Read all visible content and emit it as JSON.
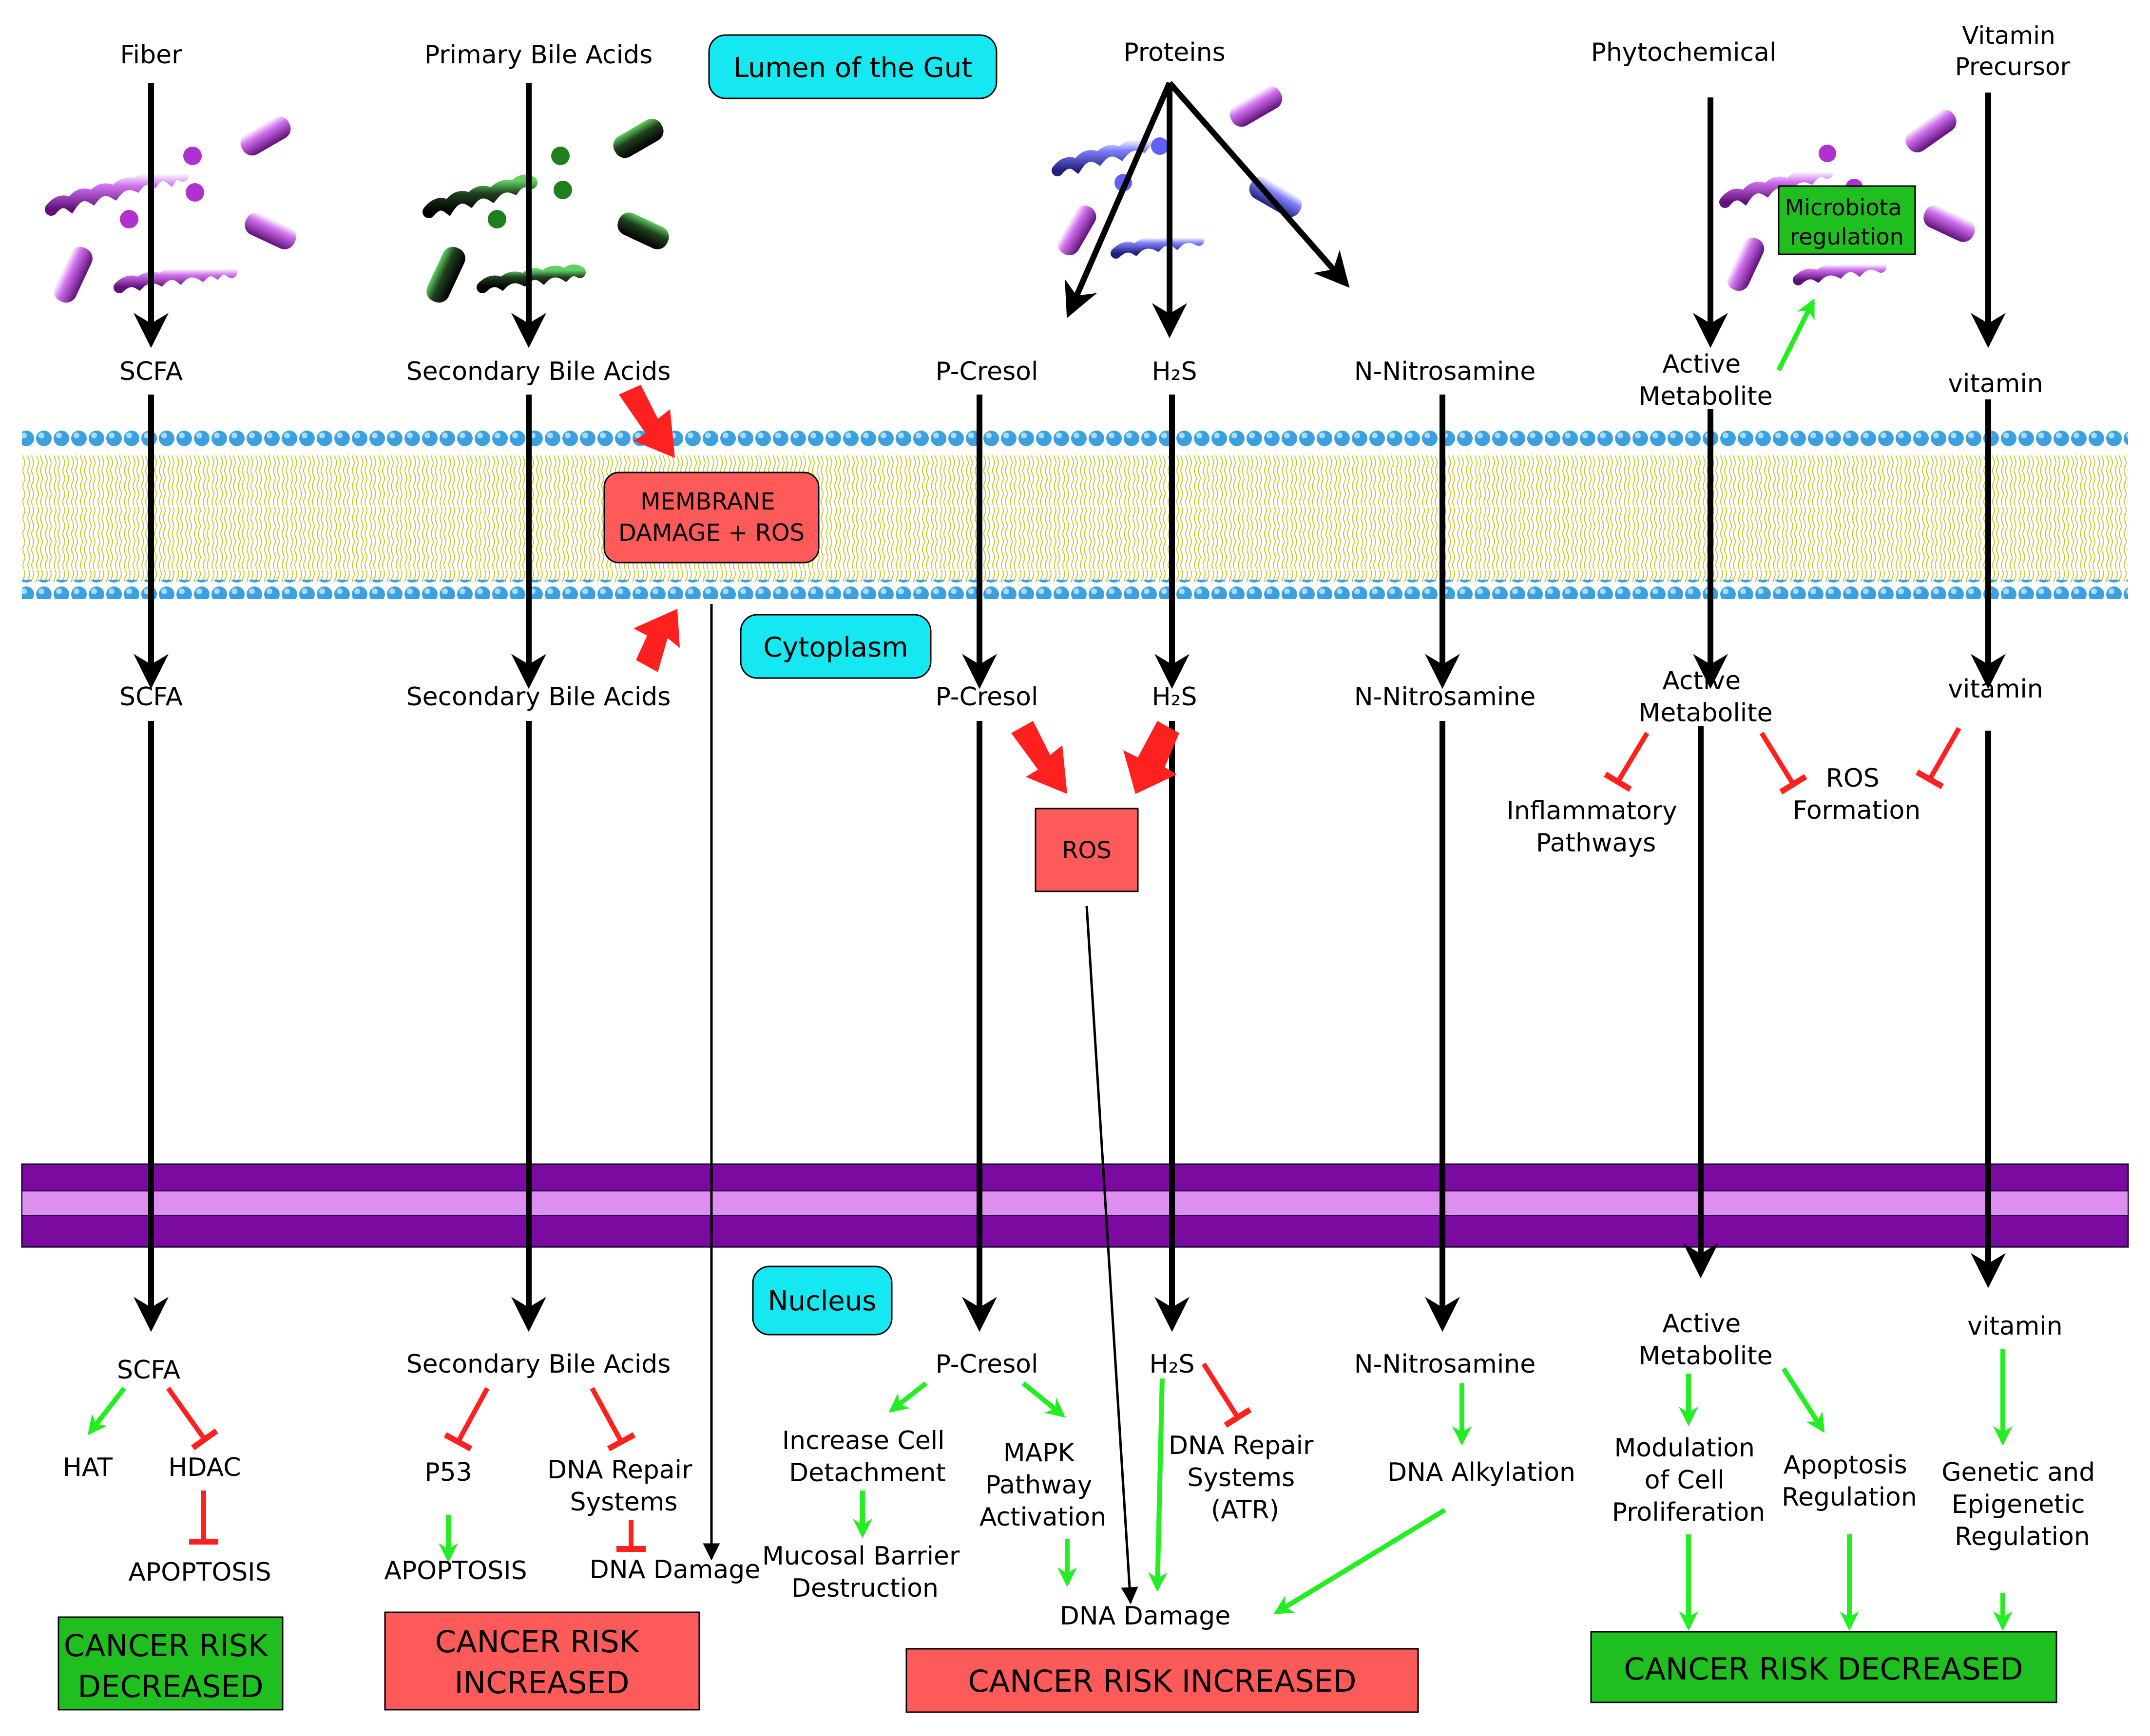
{
  "colors": {
    "cyan": "#15e8f0",
    "red_box": "#ff5a5a",
    "green_box": "#1fbf1f",
    "membrane_blue": "#3ba0e0",
    "nucleus_purple": "#7a0aa0",
    "nucleus_light": "#dd8ef0",
    "inhibit_red": "#ff2020",
    "promote_green": "#22ee22",
    "bacteria_purple": "#b030d0",
    "bacteria_blue": "#6060ff",
    "bacteria_green": "#30a030"
  },
  "compartments": {
    "lumen": "Lumen of the Gut",
    "cytoplasm": "Cytoplasm",
    "nucleus": "Nucleus"
  },
  "sources": {
    "fiber": "Fiber",
    "bile": "Primary Bile Acids",
    "proteins": "Proteins",
    "phyto": "Phytochemical",
    "vitamin_precursor": [
      "Vitamin",
      "Precursor"
    ]
  },
  "metabolites": {
    "scfa": "SCFA",
    "sba": "Secondary Bile Acids",
    "pcresol": "P-Cresol",
    "h2s": "H₂S",
    "nitros": "N-Nitrosamine",
    "active_met": [
      "Active",
      "Metabolite"
    ],
    "vitamin": "vitamin"
  },
  "boxes": {
    "membrane_damage": [
      "MEMBRANE",
      "DAMAGE + ROS"
    ],
    "ros": "ROS",
    "microbiota": [
      "Microbiota",
      "regulation"
    ]
  },
  "cytoplasm_effects": {
    "inflammatory": [
      "Inflammatory",
      "Pathways"
    ],
    "ros_formation": [
      "ROS",
      "Formation"
    ]
  },
  "nucleus_effects": {
    "hat": "HAT",
    "hdac": "HDAC",
    "apoptosis": "APOPTOSIS",
    "p53": "P53",
    "dna_repair": [
      "DNA Repair",
      "Systems"
    ],
    "dna_damage": "DNA Damage",
    "cell_detachment": [
      "Increase Cell",
      "Detachment"
    ],
    "mucosal": [
      "Mucosal Barrier",
      "Destruction"
    ],
    "mapk": [
      "MAPK",
      "Pathway",
      "Activation"
    ],
    "dna_repair_atr": [
      "DNA Repair",
      "Systems",
      "(ATR)"
    ],
    "dna_alkylation": "DNA Alkylation",
    "modulation": [
      "Modulation",
      "of Cell",
      "Proliferation"
    ],
    "apoptosis_reg": [
      "Apoptosis",
      "Regulation"
    ],
    "genetic": [
      "Genetic and",
      "Epigenetic",
      "Regulation"
    ]
  },
  "outcomes": {
    "decreased_1": [
      "CANCER RISK",
      "DECREASED"
    ],
    "increased_1": [
      "CANCER RISK",
      "INCREASED"
    ],
    "increased_2": "CANCER RISK INCREASED",
    "decreased_2": "CANCER RISK DECREASED"
  }
}
